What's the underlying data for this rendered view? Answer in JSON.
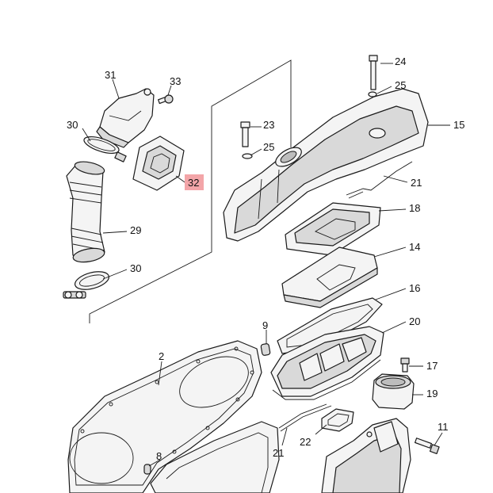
{
  "callouts": {
    "c31": "31",
    "c33": "33",
    "c30a": "30",
    "c32": "32",
    "c29": "29",
    "c30b": "30",
    "c24": "24",
    "c25a": "25",
    "c23": "23",
    "c25b": "25",
    "c15": "15",
    "c21a": "21",
    "c18": "18",
    "c14": "14",
    "c16": "16",
    "c9": "9",
    "c20": "20",
    "c2": "2",
    "c17": "17",
    "c19": "19",
    "c22": "22",
    "c21b": "21",
    "c11": "11",
    "c8": "8"
  },
  "highlight": {
    "color": "#f3a5a8",
    "part": "32"
  }
}
